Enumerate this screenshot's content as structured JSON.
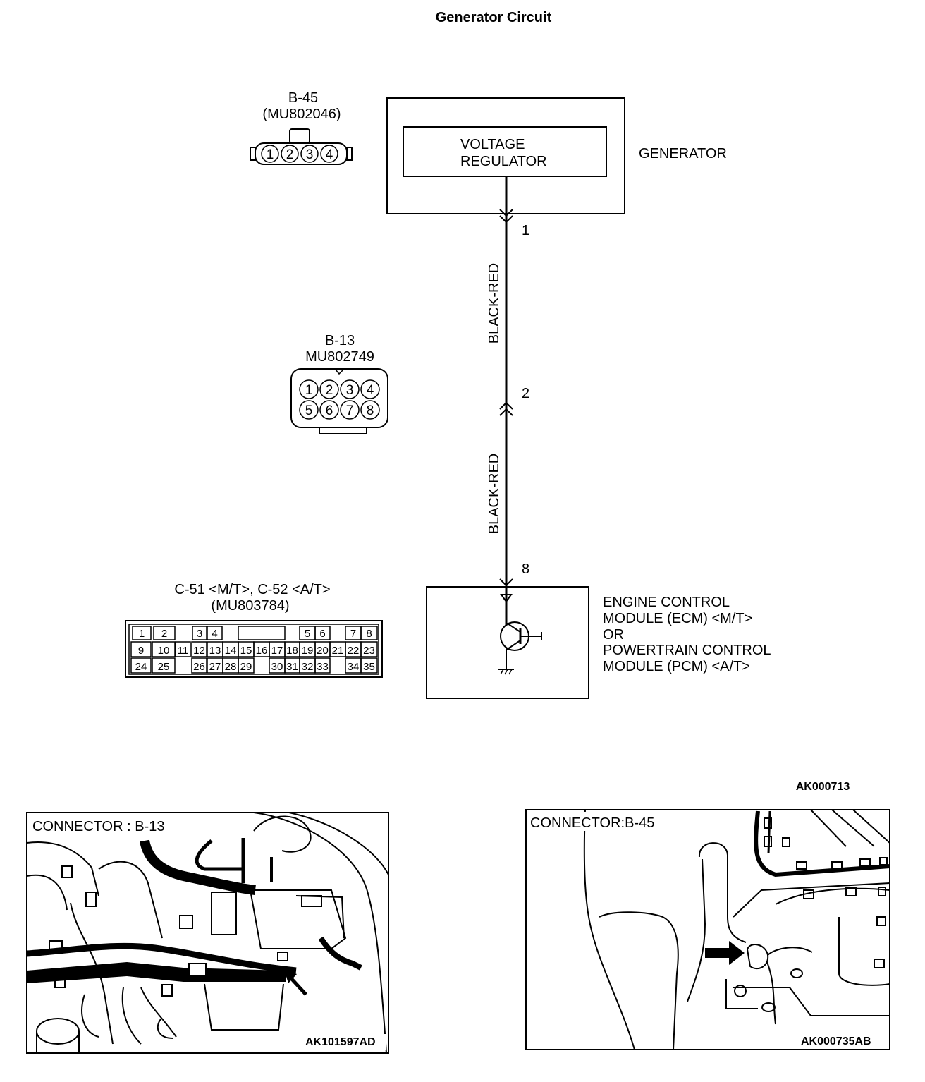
{
  "title": "Generator Circuit",
  "b45": {
    "id": "B-45",
    "part": "(MU802046)",
    "pins": [
      "1",
      "2",
      "3",
      "4"
    ]
  },
  "b13": {
    "id": "B-13",
    "part": "MU802749",
    "pins": [
      "1",
      "2",
      "3",
      "4",
      "5",
      "6",
      "7",
      "8"
    ]
  },
  "c51": {
    "id": "C-51 <M/T>, C-52 <A/T>",
    "part": "(MU803784)",
    "pins": [
      "1",
      "2",
      "3",
      "4",
      "5",
      "6",
      "7",
      "8",
      "9",
      "10",
      "11",
      "12",
      "13",
      "14",
      "15",
      "16",
      "17",
      "18",
      "19",
      "20",
      "21",
      "22",
      "23",
      "24",
      "25",
      "26",
      "27",
      "28",
      "29",
      "30",
      "31",
      "32",
      "33",
      "34",
      "35"
    ]
  },
  "generator": {
    "label": "GENERATOR",
    "regulator_line1": "VOLTAGE",
    "regulator_line2": "REGULATOR"
  },
  "wire": {
    "pin_top": "1",
    "pin_mid": "2",
    "pin_bottom": "8",
    "color_upper": "BLACK-RED",
    "color_lower": "BLACK-RED"
  },
  "ecm": {
    "lines": [
      "ENGINE CONTROL",
      "MODULE (ECM) <M/T>",
      "OR",
      "POWERTRAIN CONTROL",
      "MODULE (PCM) <A/T>"
    ]
  },
  "figure_code": "AK000713",
  "photos": [
    {
      "caption": "CONNECTOR : B-13",
      "code": "AK101597AD"
    },
    {
      "caption": "CONNECTOR:B-45",
      "code": "AK000735AB"
    }
  ]
}
